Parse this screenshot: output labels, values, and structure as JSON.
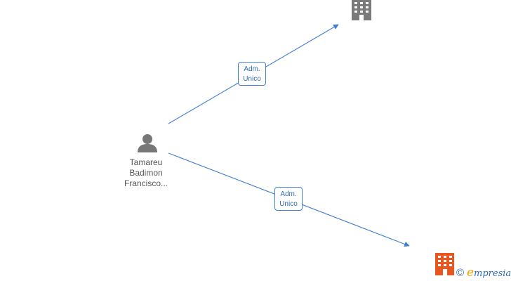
{
  "person": {
    "name_lines": [
      "Tamareu",
      "Badimon",
      "Francisco..."
    ],
    "icon": "person-icon"
  },
  "relations": [
    {
      "role_lines": [
        "Adm.",
        "Unico"
      ],
      "target_icon": "building-icon"
    },
    {
      "role_lines": [
        "Adm.",
        "Unico"
      ],
      "target_icon": "building-icon"
    }
  ],
  "colors": {
    "edge": "#3f7fce",
    "person_icon": "#777777",
    "building_gray": "#7a7a7a",
    "building_orange": "#e8571f"
  },
  "brand": {
    "copyright": "©",
    "initial": "e",
    "rest": "mpresia"
  }
}
